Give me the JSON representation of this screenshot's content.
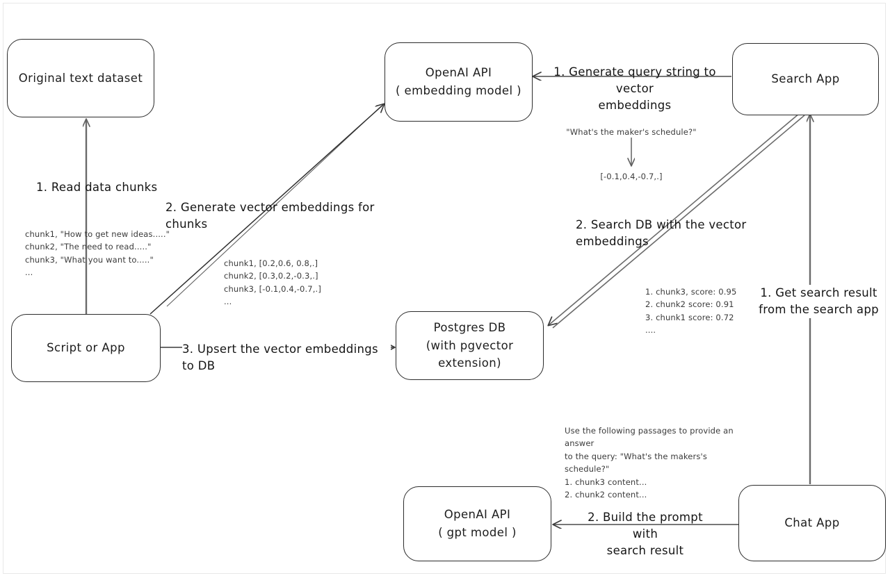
{
  "diagram": {
    "title": "RAG architecture with OpenAI embeddings and pgvector",
    "style": {
      "stroke": "#2b2b2b",
      "wire": "#6a6a6a",
      "text": "#1d1d1d",
      "note": "#3a3a3a",
      "background": "#ffffff"
    }
  },
  "nodes": {
    "original_dataset": {
      "label": "Original text dataset",
      "sublabel": ""
    },
    "script_or_app": {
      "label": "Script or App",
      "sublabel": ""
    },
    "openai_embedding": {
      "label": "OpenAI API",
      "sublabel": "( embedding model )"
    },
    "postgres_db": {
      "label": "Postgres DB",
      "sublabel": "(with pgvector extension)"
    },
    "search_app": {
      "label": "Search App",
      "sublabel": ""
    },
    "chat_app": {
      "label": "Chat App",
      "sublabel": ""
    },
    "openai_gpt": {
      "label": "OpenAI API",
      "sublabel": "( gpt model )"
    }
  },
  "edge_labels": {
    "read_chunks": "1. Read data chunks",
    "generate_embeddings": "2. Generate vector embeddings for chunks",
    "upsert_db": "3. Upsert the vector embeddings  to DB",
    "generate_query_embedding": "1. Generate query string to vector\nembeddings",
    "search_db": "2. Search DB with the vector embeddings",
    "get_search_result": "1. Get search result\nfrom the search app",
    "build_prompt": "2. Build the prompt with\nsearch result"
  },
  "notes": {
    "chunks_text": "chunk1, \"How to get new ideas.....\"\nchunk2, \"The need to read.....\"\nchunk3, \"What you want to.....\"\n...",
    "chunk_vectors": "chunk1, [0.2,0.6, 0.8,.]\nchunk2, [0.3,0.2,-0.3,.]\nchunk3, [-0.1,0.4,-0.7,.]\n...",
    "query_string": "\"What's the maker's schedule?\"",
    "query_vector": "[-0.1,0.4,-0.7,.]",
    "search_results": "1. chunk3, score: 0.95\n2. chunk2 score: 0.91\n3. chunk1 score: 0.72\n....",
    "prompt_text": "Use the following passages to provide an answer\nto the query: \"What's the makers's schedule?\"\n1. chunk3 content...\n2. chunk2 content..."
  }
}
